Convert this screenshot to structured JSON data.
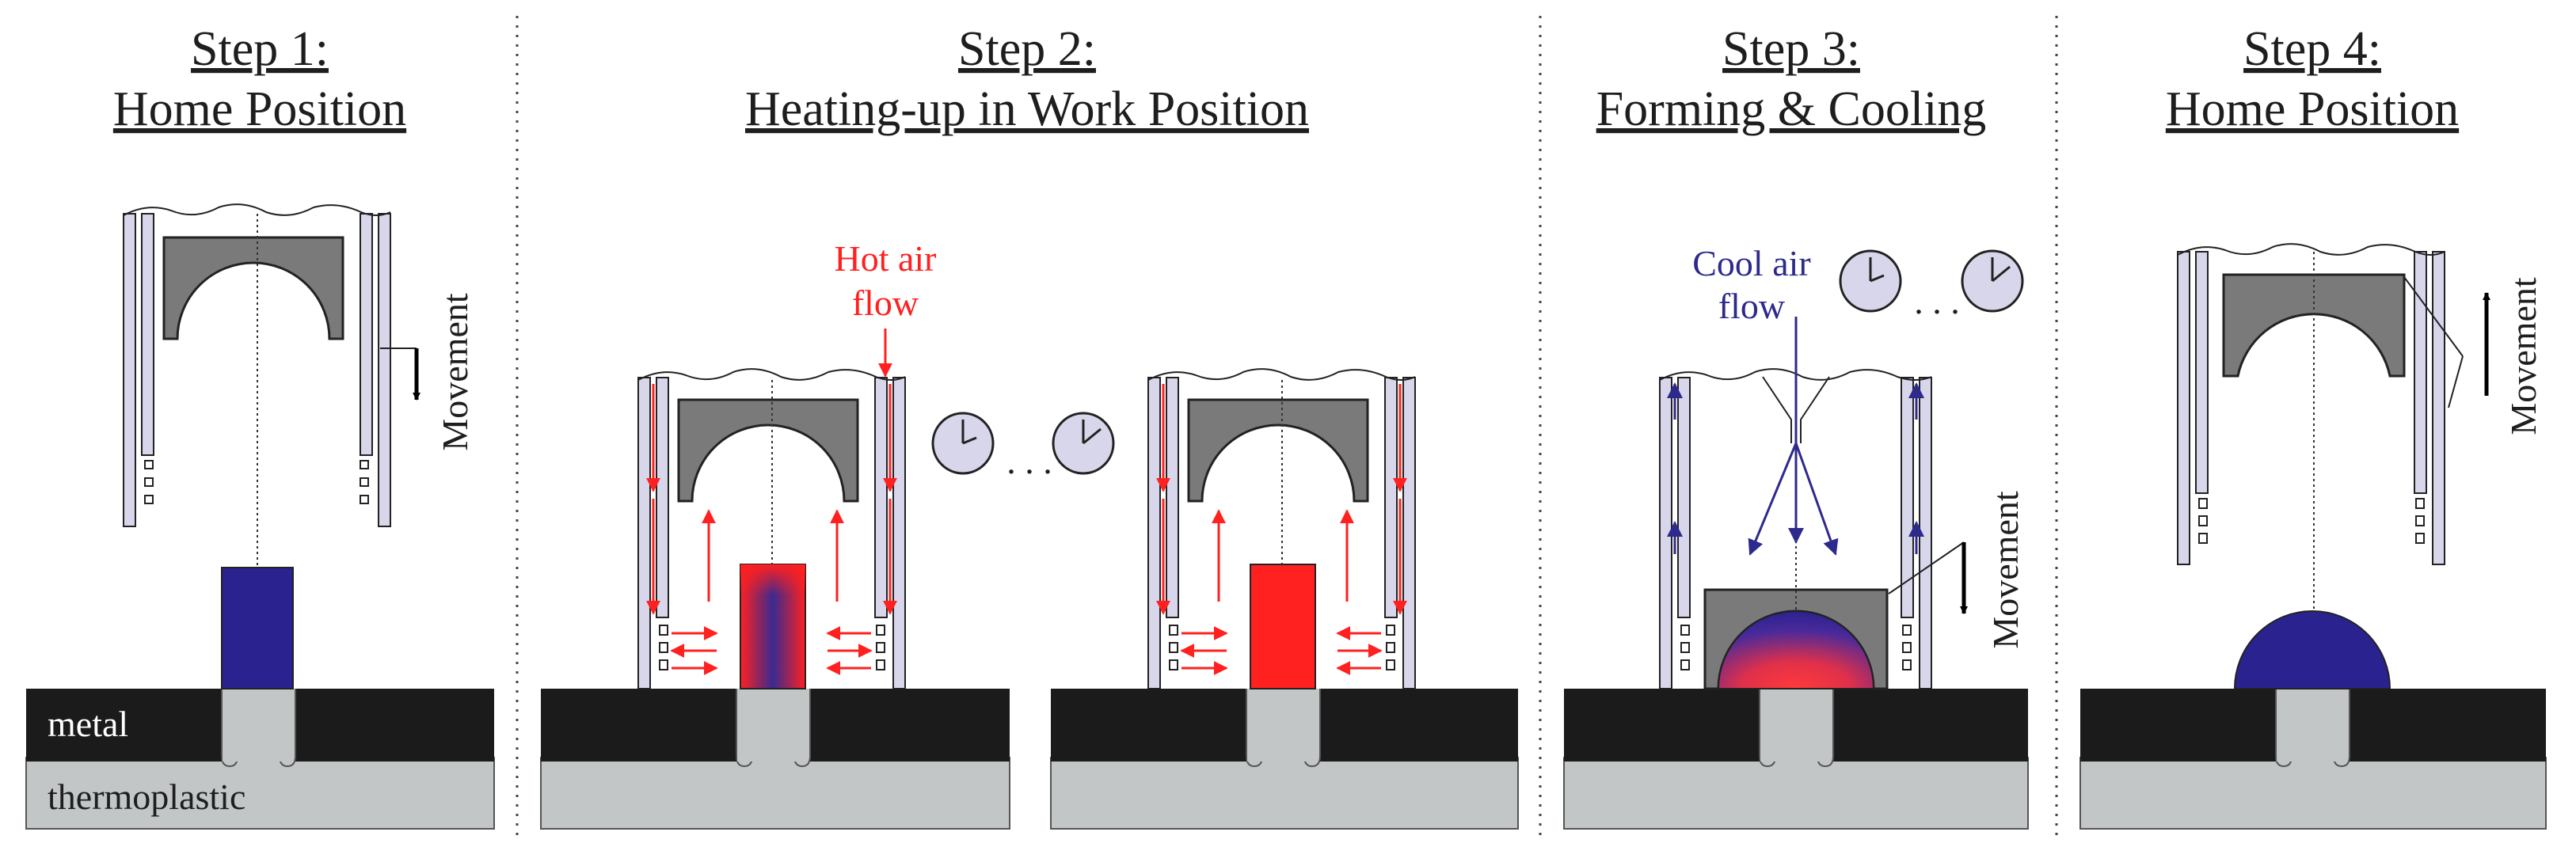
{
  "steps": [
    {
      "line1": "Step 1:",
      "line2": "Home Position"
    },
    {
      "line1": "Step 2:",
      "line2": "Heating-up in Work Position"
    },
    {
      "line1": "Step 3:",
      "line2": "Forming & Cooling"
    },
    {
      "line1": "Step 4:",
      "line2": "Home Position"
    }
  ],
  "labels": {
    "metal": "metal",
    "thermoplastic": "thermoplastic",
    "movement": "Movement",
    "hot_air_1": "Hot air",
    "hot_air_2": "flow",
    "cool_air_1": "Cool air",
    "cool_air_2": "flow",
    "ellipsis": ". . ."
  },
  "colors": {
    "metal": "#1b1b1b",
    "thermoplastic": "#c2c6c6",
    "tool_fill": "#d7d6ea",
    "die": "#7a7a7a",
    "hot": "#ff2020",
    "cool": "#2e2a8c",
    "stud_cold": "#2a228e"
  },
  "icons": {
    "timer": "clock-icon",
    "arrow": "movement-arrow-icon"
  }
}
